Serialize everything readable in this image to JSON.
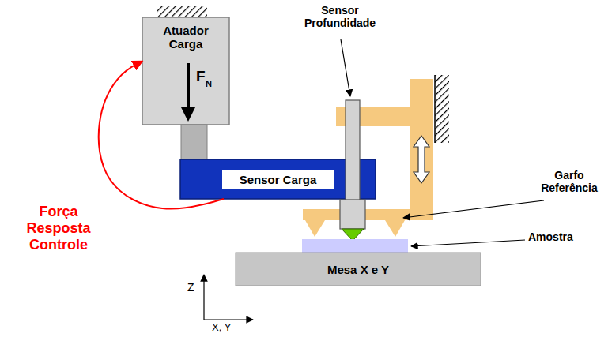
{
  "diagram": {
    "nodes": [
      {
        "text": [
          "Atuador Carga"
        ]
      },
      {
        "text": [
          "Sensor Carga"
        ]
      },
      {
        "text": [
          "Mesa X e Y"
        ]
      }
    ],
    "edges": [
      {
        "from": 1,
        "to": 0,
        "arrow": "to",
        "label": "Força Resposta Controle"
      }
    ],
    "labels": [
      "F",
      "N",
      "Sensor Profundidade",
      "Garfo Referência",
      "Amostra",
      "Z",
      "X, Y"
    ]
  }
}
